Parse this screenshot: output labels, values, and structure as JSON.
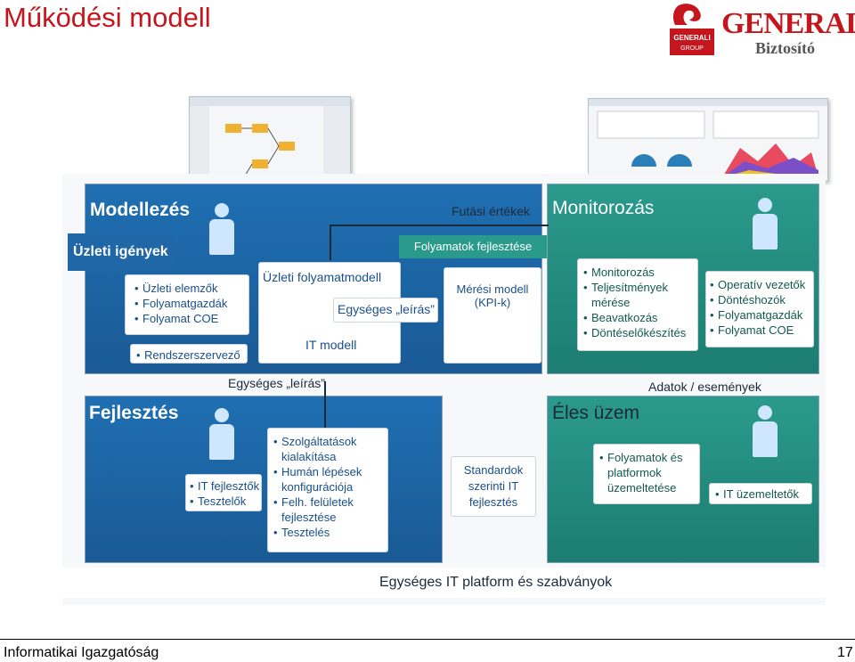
{
  "title": "Működési modell",
  "logo": {
    "brand": "GENERALI",
    "sub": "Biztosító",
    "badge_top": "GENERALI",
    "badge_bottom": "GROUP"
  },
  "top_labels": {
    "futasi": "Futási értékek",
    "monitorozas": "Monitorozás",
    "folyamatok_fejl": "Folyamatok fejlesztése"
  },
  "modellezes": {
    "label": "Modellezés",
    "banner": "Üzleti igények",
    "roles": [
      "Üzleti elemzők",
      "Folyamatgazdák",
      "Folyamat COE"
    ],
    "role_extra": "Rendszerszervező",
    "uzleti_folyamatmodell": "Üzleti folyamatmodell",
    "egyseges_leiras": "Egységes „leírás”",
    "it_modell": "IT modell",
    "meresi_modell": "Mérési modell",
    "kpi": "(KPI-k)"
  },
  "monitor": {
    "items": [
      "Monitorozás",
      "Teljesítmények mérése",
      "Beavatkozás",
      "Döntéselőkészítés"
    ],
    "roles": [
      "Operatív vezetők",
      "Döntéshozók",
      "Folyamatgazdák",
      "Folyamat COE"
    ]
  },
  "middle_labels": {
    "egyseges_leiras": "Egységes „leírás”",
    "adatok": "Adatok / események"
  },
  "fejlesztes": {
    "label": "Fejlesztés",
    "roles": [
      "IT fejlesztők",
      "Tesztelők"
    ],
    "items": [
      "Szolgáltatások kialakítása",
      "Humán lépések konfigurációja",
      "Felh. felületek fejlesztése",
      "Tesztelés"
    ]
  },
  "standardok": "Standardok szerinti IT fejlesztés",
  "eles": {
    "label": "Éles üzem",
    "items": [
      "Folyamatok és platformok üzemeltetése"
    ],
    "roles": [
      "IT üzemeltetők"
    ]
  },
  "bottom_bar": "Egységes IT platform és szabványok",
  "footer": {
    "left": "Informatikai Igazgatóság",
    "page": "17"
  },
  "colors": {
    "title": "#c5161d",
    "blue": "#1f6fb2",
    "teal": "#2a9a8c"
  }
}
